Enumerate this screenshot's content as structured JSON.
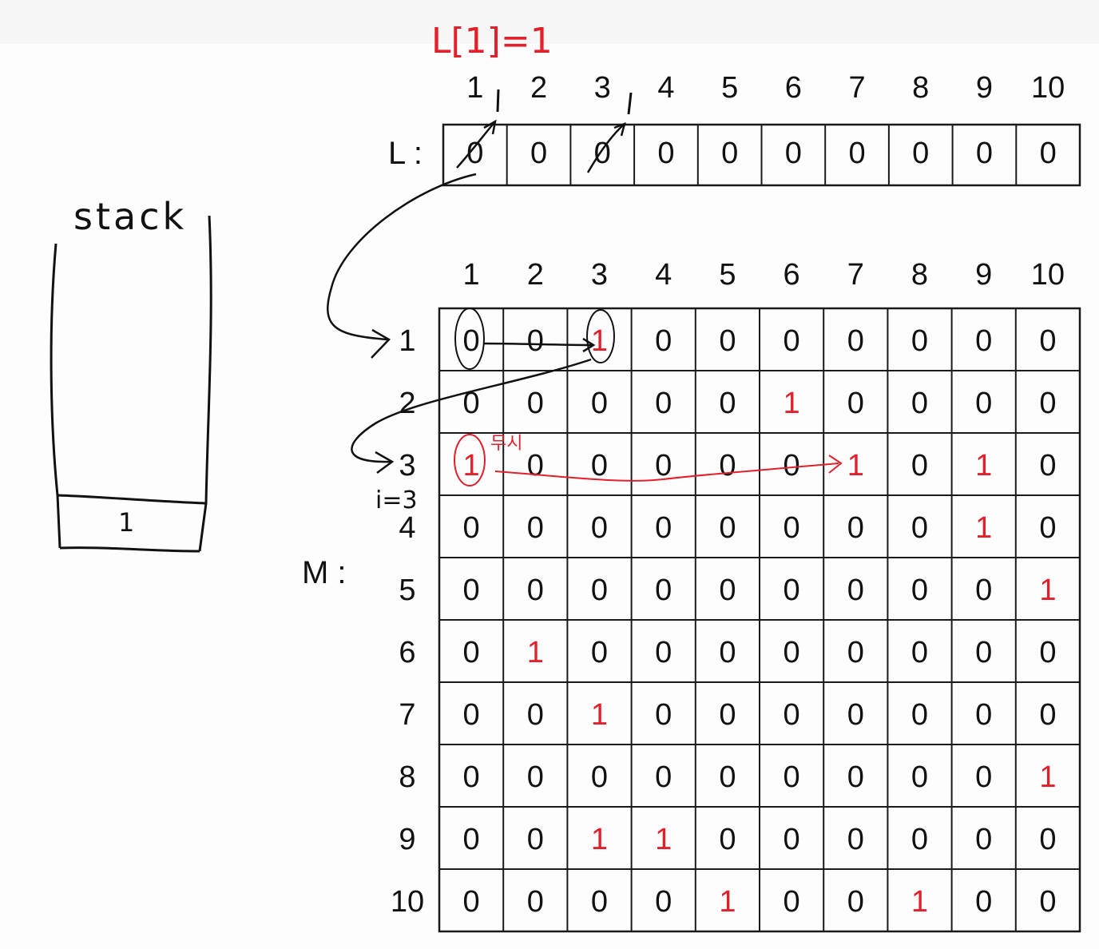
{
  "annotation_top": "L[1]=1",
  "stack_title": "stack",
  "stack_item": "1",
  "L_label": "L :",
  "M_label": "M :",
  "column_headers": [
    "1",
    "2",
    "3",
    "4",
    "5",
    "6",
    "7",
    "8",
    "9",
    "10"
  ],
  "row_headers": [
    "1",
    "2",
    "3",
    "4",
    "5",
    "6",
    "7",
    "8",
    "9",
    "10"
  ],
  "L_values": [
    0,
    0,
    0,
    0,
    0,
    0,
    0,
    0,
    0,
    0
  ],
  "L_marks": [
    "1",
    "1"
  ],
  "M_values": [
    [
      0,
      0,
      1,
      0,
      0,
      0,
      0,
      0,
      0,
      0
    ],
    [
      0,
      0,
      0,
      0,
      0,
      1,
      0,
      0,
      0,
      0
    ],
    [
      1,
      0,
      0,
      0,
      0,
      0,
      1,
      0,
      1,
      0
    ],
    [
      0,
      0,
      0,
      0,
      0,
      0,
      0,
      0,
      1,
      0
    ],
    [
      0,
      0,
      0,
      0,
      0,
      0,
      0,
      0,
      0,
      1
    ],
    [
      0,
      1,
      0,
      0,
      0,
      0,
      0,
      0,
      0,
      0
    ],
    [
      0,
      0,
      1,
      0,
      0,
      0,
      0,
      0,
      0,
      0
    ],
    [
      0,
      0,
      0,
      0,
      0,
      0,
      0,
      0,
      0,
      1
    ],
    [
      0,
      0,
      1,
      1,
      0,
      0,
      0,
      0,
      0,
      0
    ],
    [
      0,
      0,
      0,
      0,
      1,
      0,
      0,
      1,
      0,
      0
    ]
  ],
  "ignore_note": "무시",
  "i_note": "i=3",
  "colors": {
    "ink": "#111111",
    "highlight": "#e2202b",
    "grid": "#1a1a1a"
  }
}
